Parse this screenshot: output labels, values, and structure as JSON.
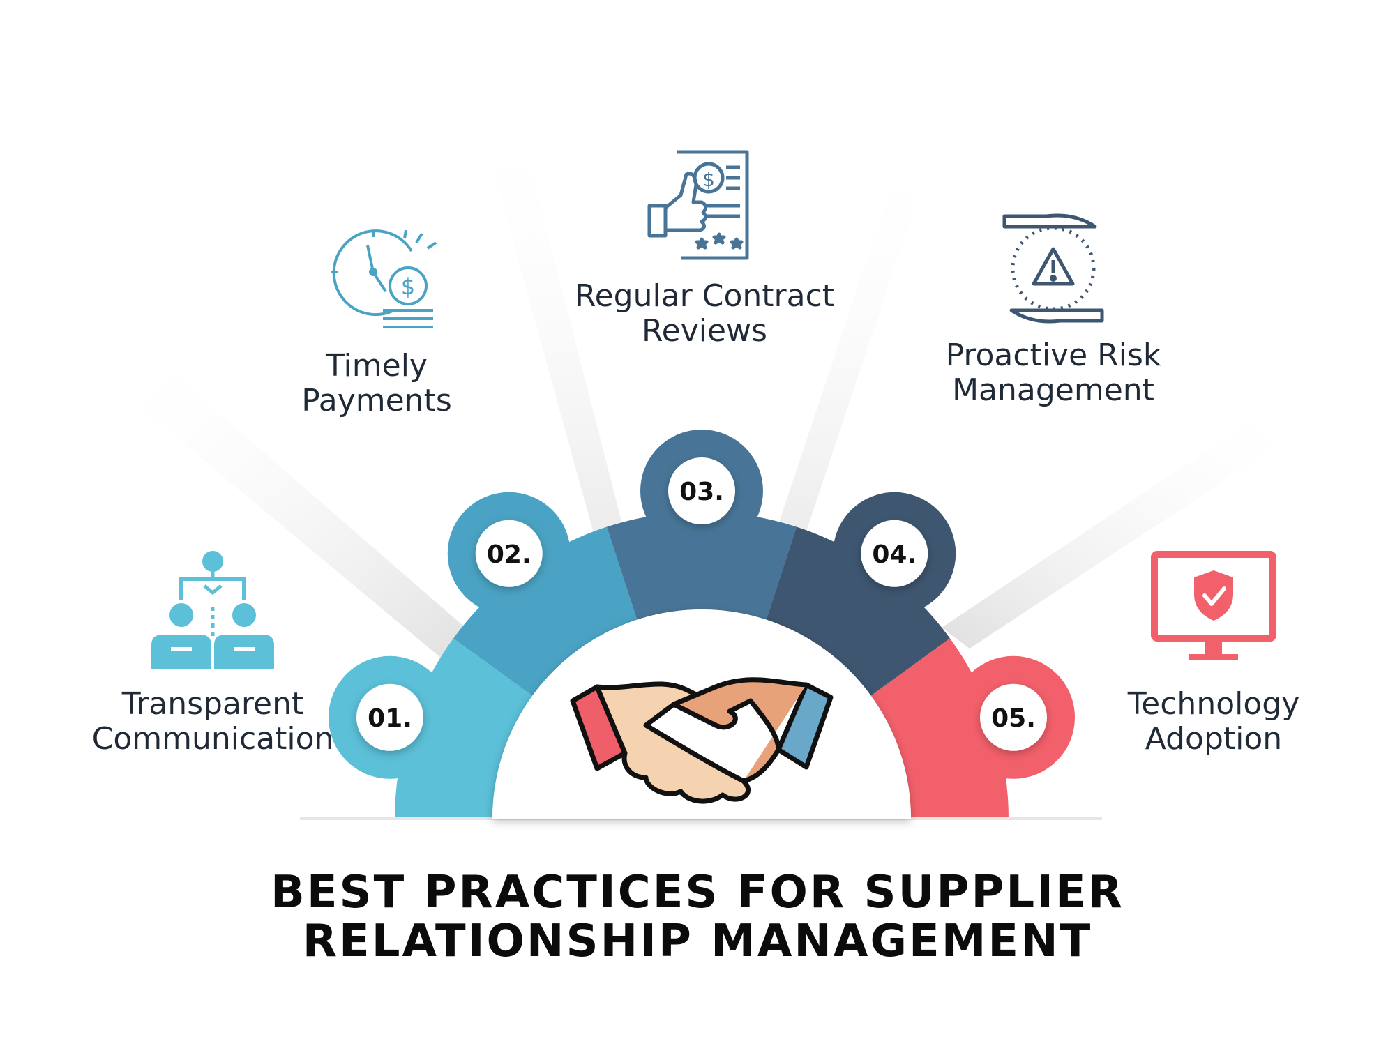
{
  "title": {
    "line1": "BEST PRACTICES FOR SUPPLIER",
    "line2": "RELATIONSHIP MANAGEMENT"
  },
  "practices": [
    {
      "number": "01.",
      "line1": "Transparent",
      "line2": "Communication",
      "icon": "team-hierarchy-icon",
      "color": "#5bc0d8"
    },
    {
      "number": "02.",
      "line1": "Timely",
      "line2": "Payments",
      "icon": "clock-coins-icon",
      "color": "#4aa3c4"
    },
    {
      "number": "03.",
      "line1": "Regular Contract",
      "line2": "Reviews",
      "icon": "contract-thumbs-up-icon",
      "color": "#487597"
    },
    {
      "number": "04.",
      "line1": "Proactive Risk",
      "line2": "Management",
      "icon": "hands-warning-icon",
      "color": "#3e5670"
    },
    {
      "number": "05.",
      "line1": "Technology",
      "line2": "Adoption",
      "icon": "monitor-shield-icon",
      "color": "#f2606b"
    }
  ],
  "center_icon": "handshake-icon"
}
